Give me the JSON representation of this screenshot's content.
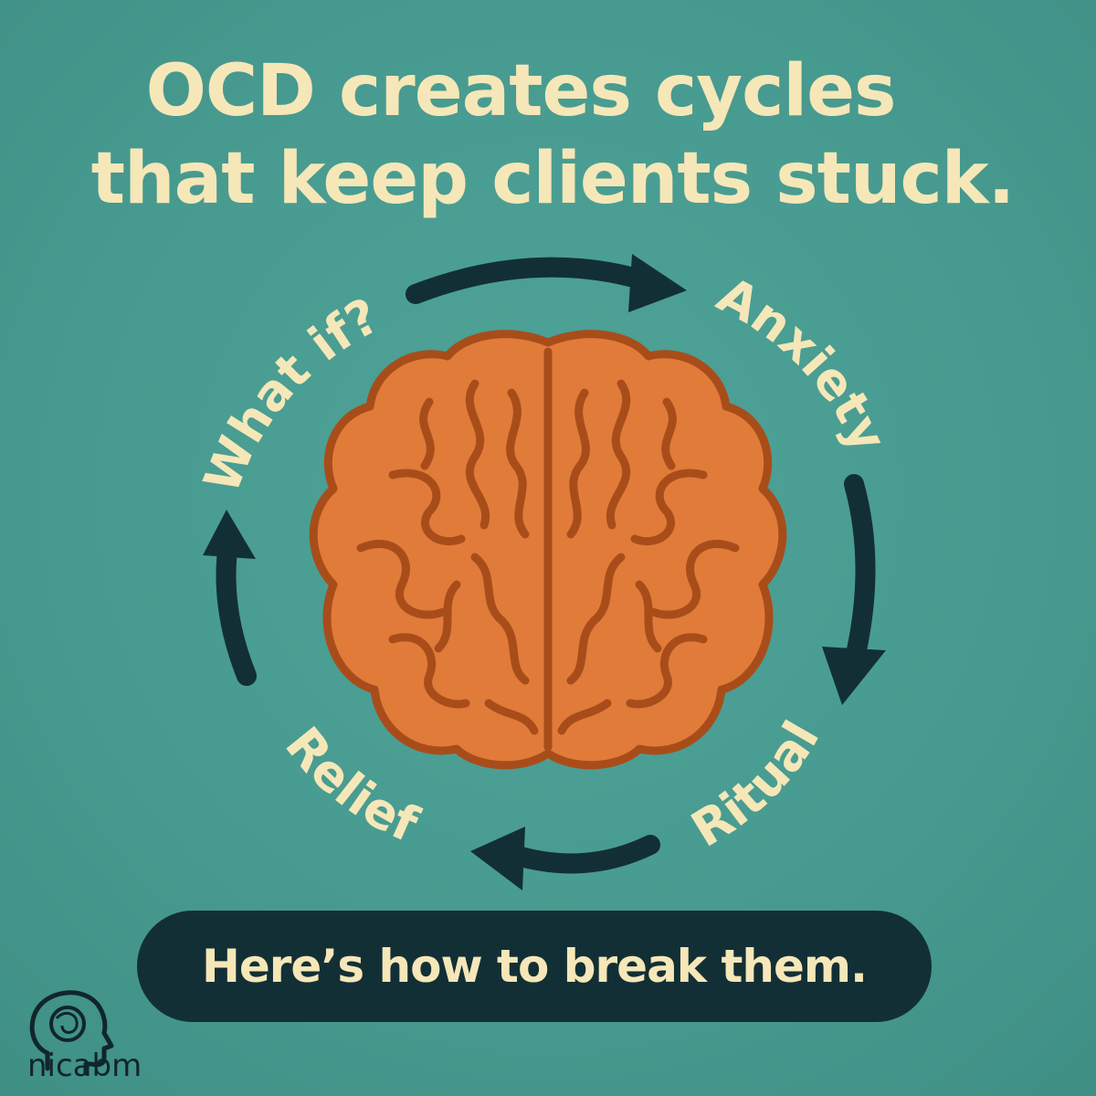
{
  "headline": {
    "line1": "OCD creates cycles",
    "line2": "that keep clients stuck."
  },
  "cycle": {
    "steps": [
      "What if?",
      "Anxiety",
      "Ritual",
      "Relief"
    ],
    "center_icon": "brain-icon"
  },
  "cta": {
    "label": "Here’s how to break them."
  },
  "brand": {
    "name": "nicabm",
    "icon": "head-logo-icon"
  },
  "colors": {
    "background": "#4a9a90",
    "text_cream": "#f5e7b8",
    "dark_navy": "#132f36",
    "brain_fill": "#e07b3a",
    "brain_outline": "#a84d1a"
  }
}
